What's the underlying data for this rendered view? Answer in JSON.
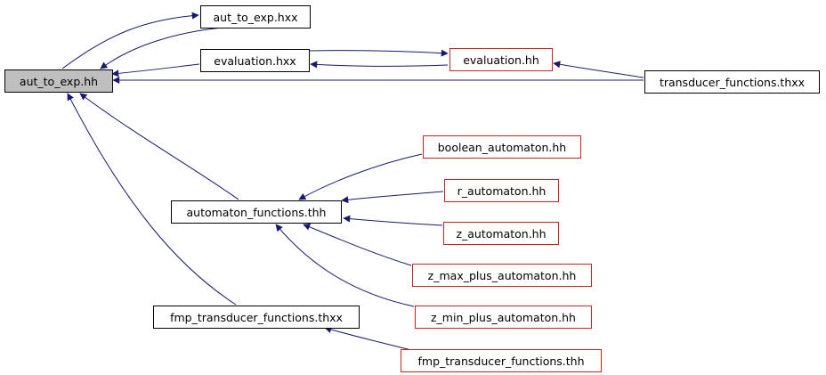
{
  "colors": {
    "edge": "#191970",
    "node_border": "#000000",
    "incomplete_border": "#d02020",
    "current_fill": "#bfbfbf",
    "background": "#ffffff"
  },
  "nodes": {
    "aut_to_exp_hh": {
      "label": "aut_to_exp.hh"
    },
    "aut_to_exp_hxx": {
      "label": "aut_to_exp.hxx"
    },
    "evaluation_hxx": {
      "label": "evaluation.hxx"
    },
    "evaluation_hh": {
      "label": "evaluation.hh"
    },
    "transducer_functions_thxx": {
      "label": "transducer_functions.thxx"
    },
    "boolean_automaton_hh": {
      "label": "boolean_automaton.hh"
    },
    "automaton_functions_thh": {
      "label": "automaton_functions.thh"
    },
    "r_automaton_hh": {
      "label": "r_automaton.hh"
    },
    "z_automaton_hh": {
      "label": "z_automaton.hh"
    },
    "z_max_plus_automaton_hh": {
      "label": "z_max_plus_automaton.hh"
    },
    "z_min_plus_automaton_hh": {
      "label": "z_min_plus_automaton.hh"
    },
    "fmp_transducer_functions_thxx": {
      "label": "fmp_transducer_functions.thxx"
    },
    "fmp_transducer_functions_thh": {
      "label": "fmp_transducer_functions.thh"
    }
  }
}
